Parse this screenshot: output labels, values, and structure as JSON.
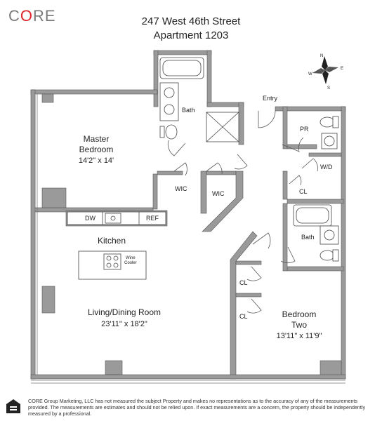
{
  "logo": {
    "text_pre": "C",
    "text_o": "O",
    "text_post": "RE"
  },
  "header": {
    "address": "247 West 46th Street",
    "unit": "Apartment 1203"
  },
  "compass": {
    "n": "N",
    "e": "E",
    "s": "S",
    "w": "W"
  },
  "rooms": {
    "bath1": "Bath",
    "entry": "Entry",
    "pr": "PR",
    "wd": "W/D",
    "master_name_1": "Master",
    "master_name_2": "Bedroom",
    "master_dims": "14'2\" x 14'",
    "wic1": "WIC",
    "wic2": "WIC",
    "cl1": "CL",
    "dw": "DW",
    "ref": "REF",
    "kitchen": "Kitchen",
    "wine_1": "Wine",
    "wine_2": "Cooler",
    "bath2": "Bath",
    "living_name": "Living/Dining Room",
    "living_dims": "23'11\" x 18'2\"",
    "cl2": "CL",
    "cl3": "CL",
    "bed2_name_1": "Bedroom",
    "bed2_name_2": "Two",
    "bed2_dims": "13'11\" x 11'9\""
  },
  "disclaimer": "CORE Group Marketing, LLC has not measured the subject Property and makes no representations as to the accuracy of any of the measurements provided. The measurements are estimates and should not be relied upon. If exact measurements are a concern, the property should be independently measured by a professional."
}
